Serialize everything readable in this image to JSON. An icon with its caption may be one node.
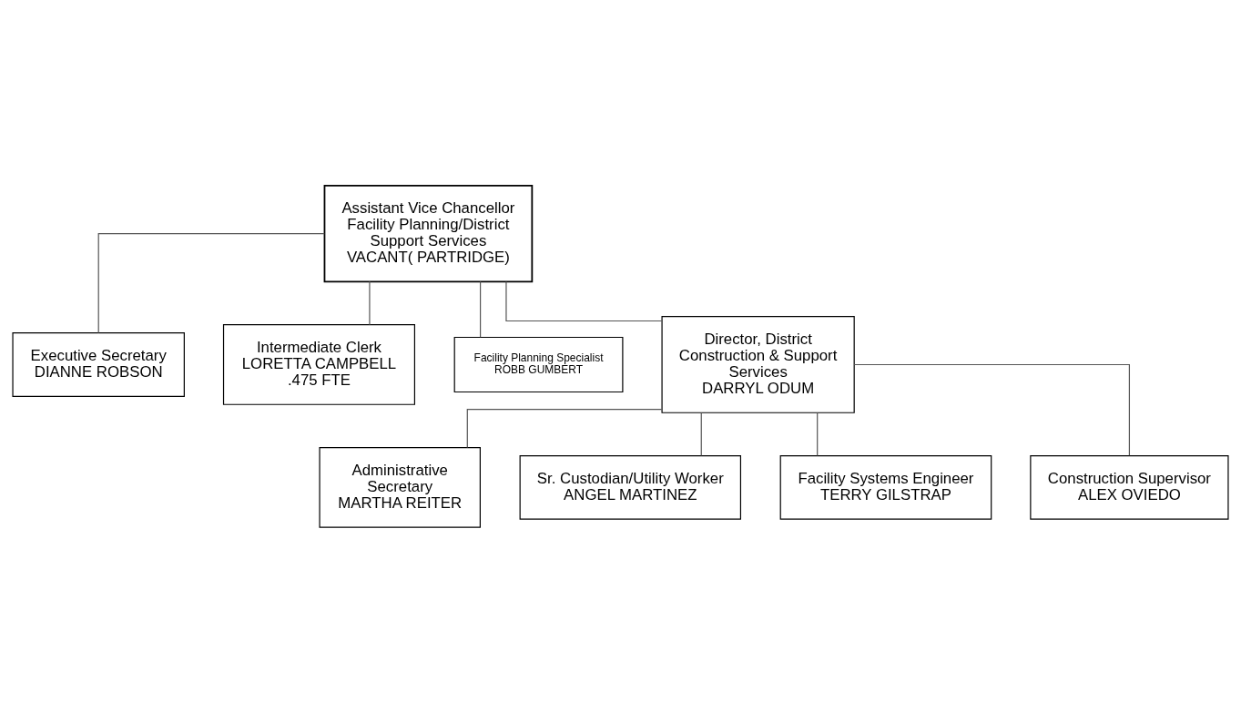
{
  "diagram": {
    "nodes": [
      {
        "text": [
          "Assistant Vice Chancellor Facility Planning/District Support Services",
          "VACANT( PARTRIDGE)"
        ]
      },
      {
        "text": [
          "Executive Secretary",
          "DIANNE ROBSON"
        ]
      },
      {
        "text": [
          "Intermediate Clerk",
          "LORETTA CAMPBELL",
          ".475 FTE"
        ]
      },
      {
        "text": [
          "Facility Planning Specialist",
          "ROBB GUMBERT"
        ]
      },
      {
        "text": [
          "Director, District Construction & Support Services",
          "DARRYL ODUM"
        ]
      },
      {
        "text": [
          "Administrative Secretary",
          "MARTHA REITER"
        ]
      },
      {
        "text": [
          "Sr. Custodian/Utility Worker",
          "ANGEL MARTINEZ"
        ]
      },
      {
        "text": [
          "Facility Systems Engineer",
          "TERRY GILSTRAP"
        ]
      },
      {
        "text": [
          "Construction Supervisor",
          "ALEX OVIEDO"
        ]
      }
    ],
    "edges": [
      {
        "from": 0,
        "to": 1,
        "arrow": "none"
      },
      {
        "from": 0,
        "to": 2,
        "arrow": "none"
      },
      {
        "from": 0,
        "to": 3,
        "arrow": "none"
      },
      {
        "from": 0,
        "to": 4,
        "arrow": "none"
      },
      {
        "from": 4,
        "to": 5,
        "arrow": "none"
      },
      {
        "from": 4,
        "to": 6,
        "arrow": "none"
      },
      {
        "from": 4,
        "to": 7,
        "arrow": "none"
      },
      {
        "from": 4,
        "to": 8,
        "arrow": "none"
      }
    ]
  }
}
